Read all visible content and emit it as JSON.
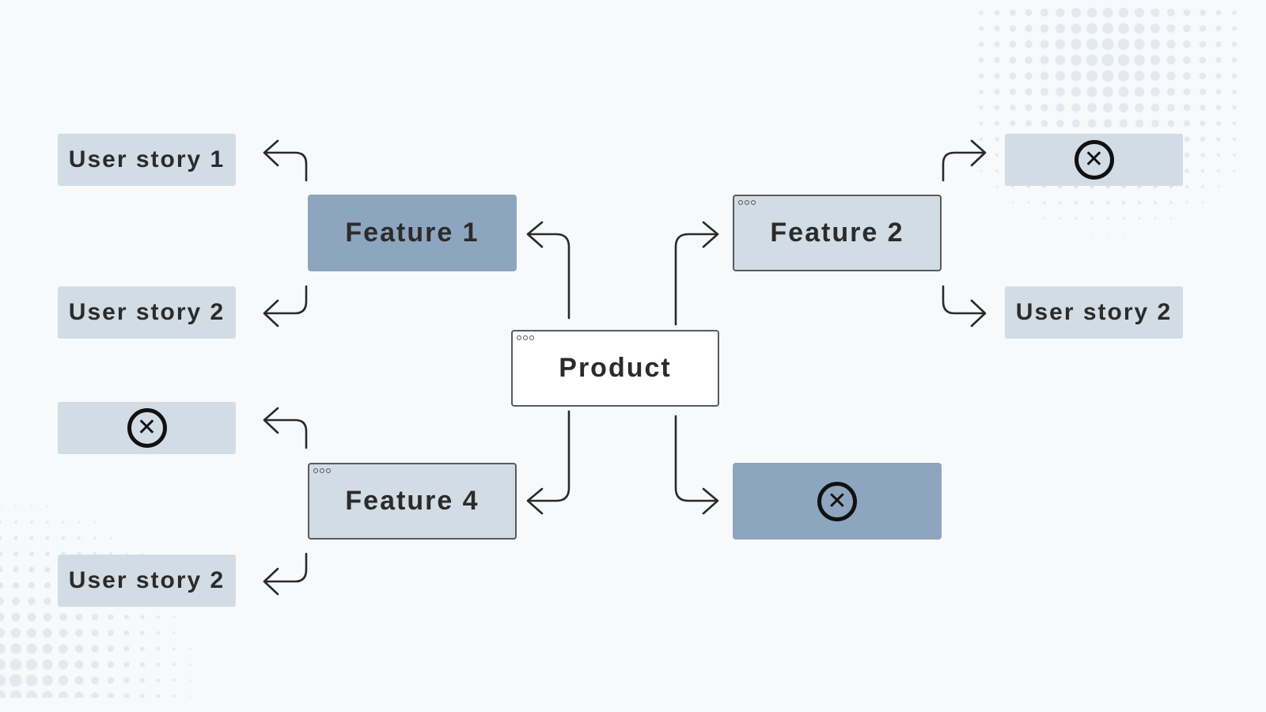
{
  "root": {
    "label": "Product"
  },
  "features": {
    "f1": {
      "label": "Feature 1"
    },
    "f2": {
      "label": "Feature 2"
    },
    "f4": {
      "label": "Feature 4"
    },
    "f3": {
      "label": "",
      "icon": "close-circle-icon"
    }
  },
  "stories": {
    "f1_s1": {
      "label": "User story 1"
    },
    "f1_s2": {
      "label": "User story 2"
    },
    "f4_s1": {
      "label": "",
      "icon": "close-circle-icon"
    },
    "f4_s2": {
      "label": "User story 2"
    },
    "f2_s1": {
      "label": "",
      "icon": "close-circle-icon"
    },
    "f2_s2": {
      "label": "User story 2"
    }
  },
  "icon_glyph": "✕",
  "colors": {
    "background": "#f7f9fb",
    "node_dark": "#8ea5bf",
    "node_light": "#d2dce5",
    "node_white": "#ffffff",
    "line": "#2a2a2a"
  }
}
